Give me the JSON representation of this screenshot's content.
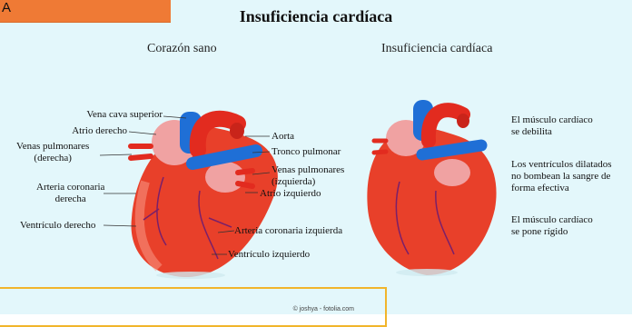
{
  "tag": {
    "label": "A"
  },
  "title": "Insuficiencia cardíaca",
  "left": {
    "subtitle": "Corazón sano",
    "labels": {
      "vena_cava": "Vena  cava superior",
      "atrio_derecho": "Atrio derecho",
      "venas_pulm_der": "Venas pulmonares\n(derecha)",
      "arteria_coronaria_der": "Arteria coronaria\nderecha",
      "ventriculo_der": "Ventrículo derecho",
      "aorta": "Aorta",
      "tronco_pulmonar": "Tronco pulmonar",
      "venas_pulm_izq": "Venas pulmonares\n(izquierda)",
      "atrio_izq": "Atrio izquierdo",
      "arteria_coronaria_izq": "Arteria coronaria izquierda",
      "ventriculo_izq": "Ventrículo izquierdo"
    }
  },
  "right": {
    "subtitle": "Insuficiencia cardíaca",
    "notes": [
      "El músculo cardíaco\nse debilita",
      "Los ventrículos dilatados\nno bombean la sangre de\nforma efectiva",
      "El músculo cardíaco\nse pone rígido"
    ]
  },
  "credit": "© joshya - fotolia.com",
  "colors": {
    "panel_bg": "#e3f7fb",
    "muscle": "#e8402a",
    "atrium": "#f2a3a3",
    "vein_blue": "#1f6fd6",
    "artery_red": "#e22b1f",
    "accent_orange": "#ef7a35",
    "accent_yellow": "#f1b52b"
  }
}
